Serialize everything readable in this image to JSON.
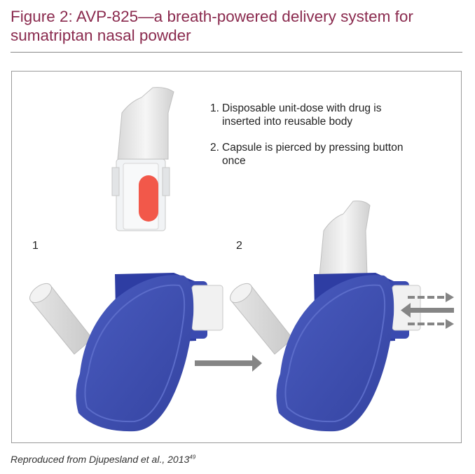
{
  "figure": {
    "title": "Figure 2: AVP-825—a breath-powered delivery system for sumatriptan nasal powder",
    "steps": [
      {
        "number": "1.",
        "text": "Disposable unit-dose with drug is inserted into reusable body"
      },
      {
        "number": "2.",
        "text": "Capsule is pierced by pressing button once"
      }
    ],
    "panel_labels": [
      "1",
      "2"
    ],
    "caption": "Reproduced from Djupesland et al., 2013",
    "caption_ref": "49"
  },
  "colors": {
    "title": "#8a2a4e",
    "device_body": "#3f4fb0",
    "device_top": "#2e3da3",
    "capsule": "#f2584a",
    "arrow": "#858585",
    "nosepiece": "#ececec"
  },
  "icons": {
    "arrow_between_panels": "right-arrow-icon",
    "press_arrow": "left-arrow-icon",
    "airflow_arrows": "dashed-right-arrow-icon"
  }
}
